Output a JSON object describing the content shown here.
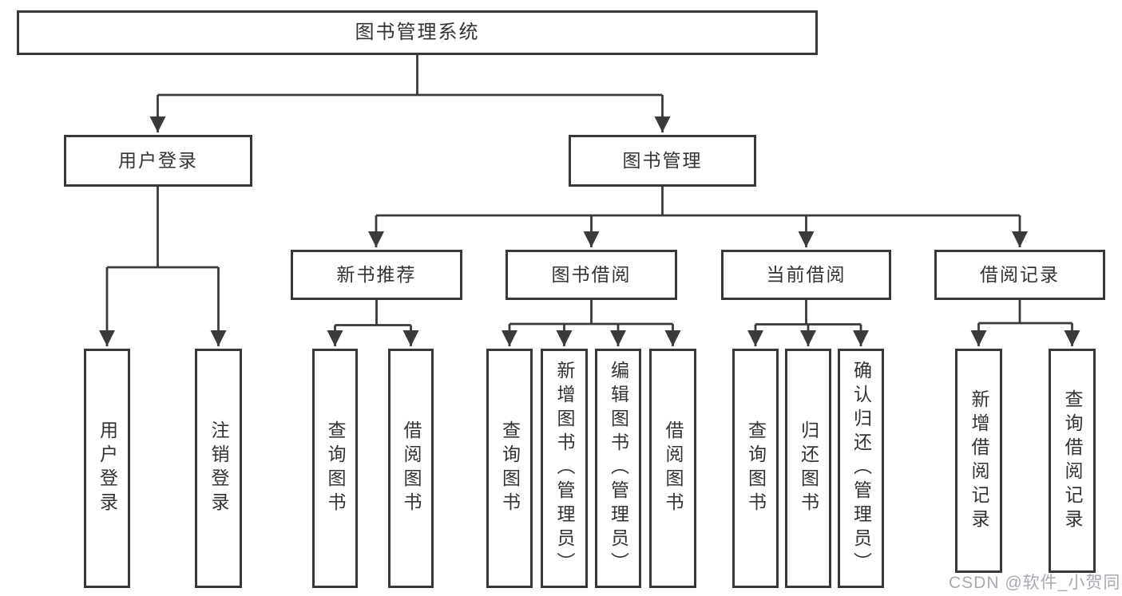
{
  "watermark": "CSDN @软件_小贺同学",
  "tree": {
    "root": "图书管理系统",
    "branches": [
      {
        "label": "用户登录",
        "children": [
          "用户登录",
          "注销登录"
        ]
      },
      {
        "label": "图书管理",
        "groups": [
          {
            "label": "新书推荐",
            "children": [
              "查询图书",
              "借阅图书"
            ]
          },
          {
            "label": "图书借阅",
            "children": [
              "查询图书",
              "新增图书（管理员）",
              "编辑图书（管理员）",
              "借阅图书"
            ]
          },
          {
            "label": "当前借阅",
            "children": [
              "查询图书",
              "归还图书",
              "确认归还（管理员）"
            ]
          },
          {
            "label": "借阅记录",
            "children": [
              "新增借阅记录",
              "查询借阅记录"
            ]
          }
        ]
      }
    ]
  }
}
